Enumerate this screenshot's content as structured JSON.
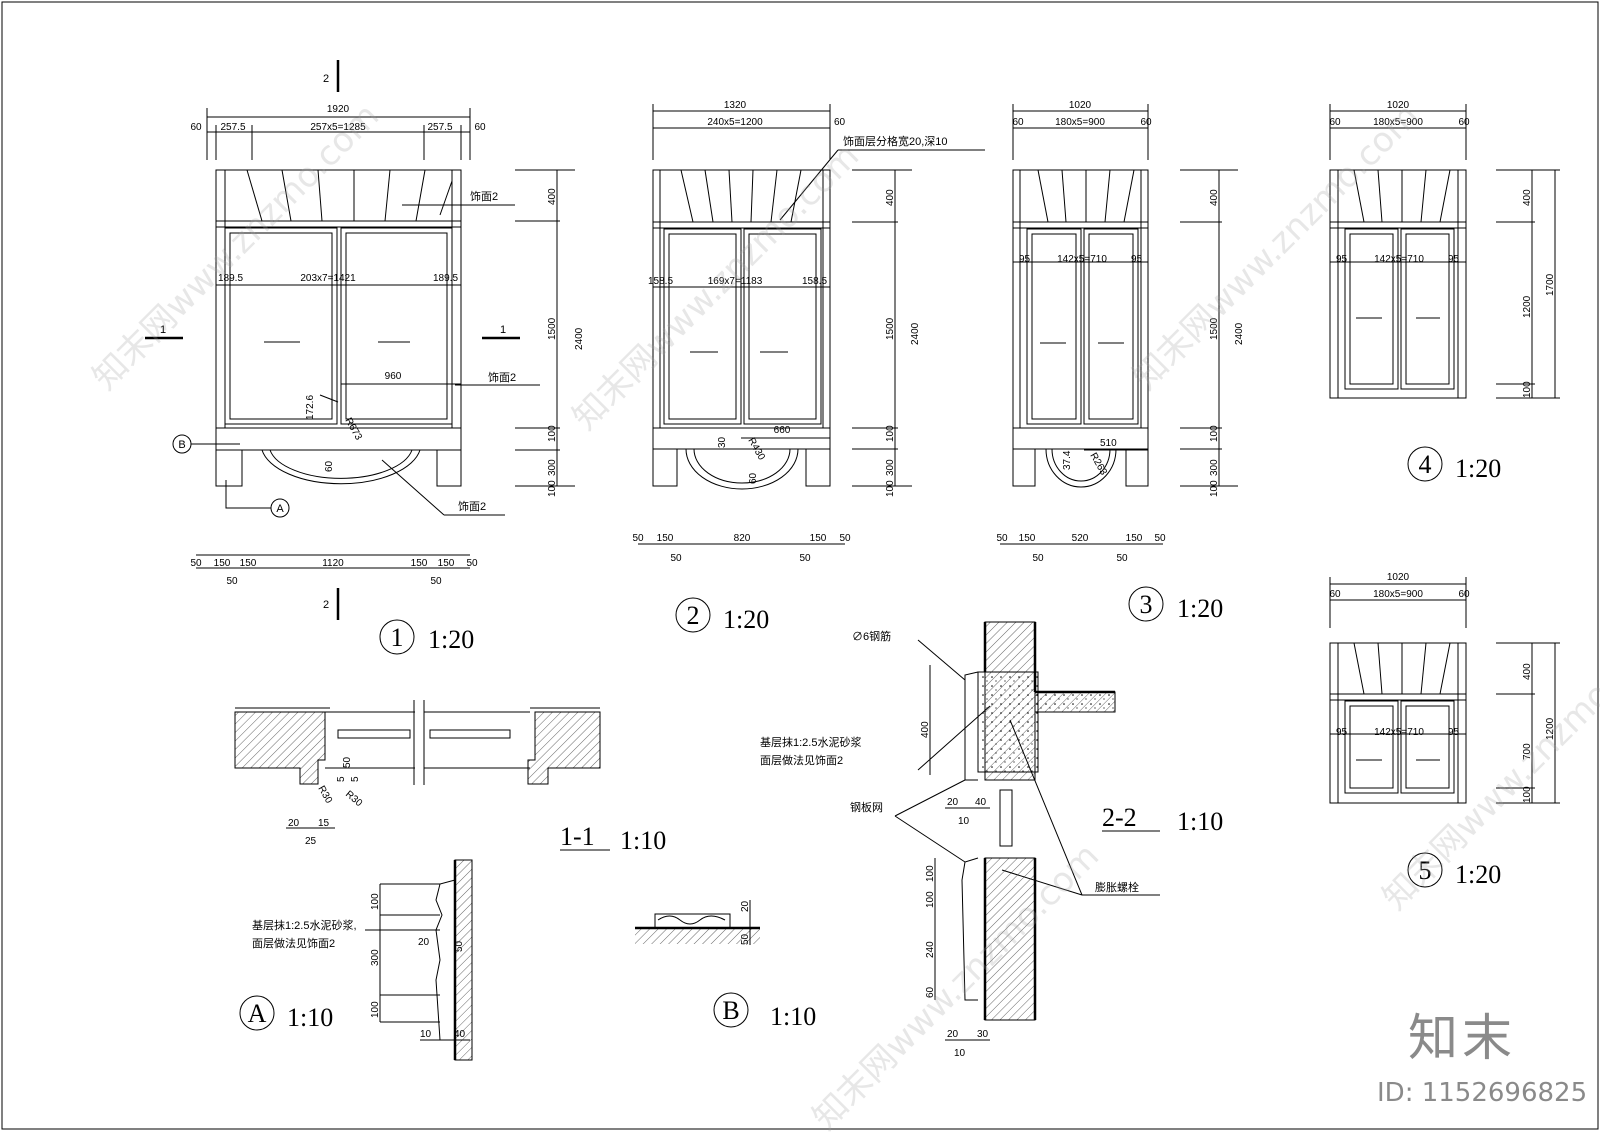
{
  "elevations": {
    "e1": {
      "num": "1",
      "scale": "1:20",
      "top_total": "1920",
      "top_row": [
        "60",
        "257.5",
        "257x5=1285",
        "257.5",
        "60"
      ],
      "bottom_row1": [
        "50",
        "150",
        "150",
        "1120",
        "150",
        "150",
        "50"
      ],
      "bottom_row2": [
        "50",
        "50"
      ],
      "inner": [
        "189.5",
        "203x7=1421",
        "189.5"
      ],
      "mid": "960",
      "right_dims": [
        "400",
        "1500",
        "100",
        "300",
        "100"
      ],
      "right_total": "2400",
      "misc": [
        "172.6",
        "R673",
        "60"
      ],
      "finish_labels": [
        "饰面2",
        "饰面2",
        "饰面2"
      ],
      "section_marks": [
        "1",
        "1",
        "2",
        "2"
      ],
      "detail_marks": [
        "A",
        "B"
      ]
    },
    "e2": {
      "num": "2",
      "scale": "1:20",
      "top_total": "1320",
      "top_row": [
        "240x5=1200",
        "60"
      ],
      "note": "饰面层分格宽20,深10",
      "inner": [
        "158.5",
        "169x7=1183",
        "158.5"
      ],
      "mid": "660",
      "misc": [
        "30",
        "R430",
        "60"
      ],
      "right_dims": [
        "400",
        "1500",
        "100",
        "300",
        "100"
      ],
      "right_total": "2400",
      "bottom_row1": [
        "50",
        "150",
        "820",
        "150",
        "50"
      ],
      "bottom_row2": [
        "50",
        "50"
      ]
    },
    "e3": {
      "num": "3",
      "scale": "1:20",
      "top_total": "1020",
      "top_row": [
        "60",
        "180x5=900",
        "60"
      ],
      "inner": [
        "95",
        "142x5=710",
        "95"
      ],
      "mid": "510",
      "misc": [
        "37.4",
        "R263"
      ],
      "right_dims": [
        "400",
        "1500",
        "100",
        "300",
        "100"
      ],
      "right_total": "2400",
      "bottom_row1": [
        "50",
        "150",
        "520",
        "150",
        "50"
      ],
      "bottom_row2": [
        "50",
        "50"
      ]
    },
    "e4": {
      "num": "4",
      "scale": "1:20",
      "top_total": "1020",
      "top_row": [
        "60",
        "180x5=900",
        "60"
      ],
      "inner": [
        "95",
        "142x5=710",
        "95"
      ],
      "right_dims": [
        "400",
        "1200",
        "100"
      ],
      "right_total": "1700"
    },
    "e5": {
      "num": "5",
      "scale": "1:20",
      "top_total": "1020",
      "top_row": [
        "60",
        "180x5=900",
        "60"
      ],
      "inner": [
        "95",
        "142x5=710",
        "95"
      ],
      "right_dims": [
        "400",
        "700",
        "100"
      ],
      "right_total": "1200"
    }
  },
  "sections": {
    "s11": {
      "label": "1-1",
      "scale": "1:10",
      "dims": [
        "50",
        "5",
        "5",
        "R30",
        "R30",
        "20",
        "15",
        "25"
      ]
    },
    "s22": {
      "label": "2-2",
      "scale": "1:10",
      "notes": [
        "∅6钢筋",
        "基层抹1:2.5水泥砂浆",
        "面层做法见饰面2",
        "钢板网",
        "膨胀螺栓"
      ],
      "dims_left": [
        "400",
        "100",
        "100",
        "240",
        "60"
      ],
      "dims_bottom": [
        "20",
        "40",
        "10",
        "20",
        "30",
        "10"
      ]
    }
  },
  "details": {
    "dA": {
      "num": "A",
      "scale": "1:10",
      "notes": [
        "基层抹1:2.5水泥砂浆,",
        "面层做法见饰面2"
      ],
      "dims": [
        "100",
        "300",
        "100",
        "20",
        "50",
        "10",
        "40"
      ]
    },
    "dB": {
      "num": "B",
      "scale": "1:10",
      "dims": [
        "20",
        "50"
      ]
    }
  },
  "brand": {
    "logo_text": "知末",
    "id_text": "ID: 1152696825"
  },
  "watermark": {
    "text": "知末网www.znzmo.com"
  }
}
